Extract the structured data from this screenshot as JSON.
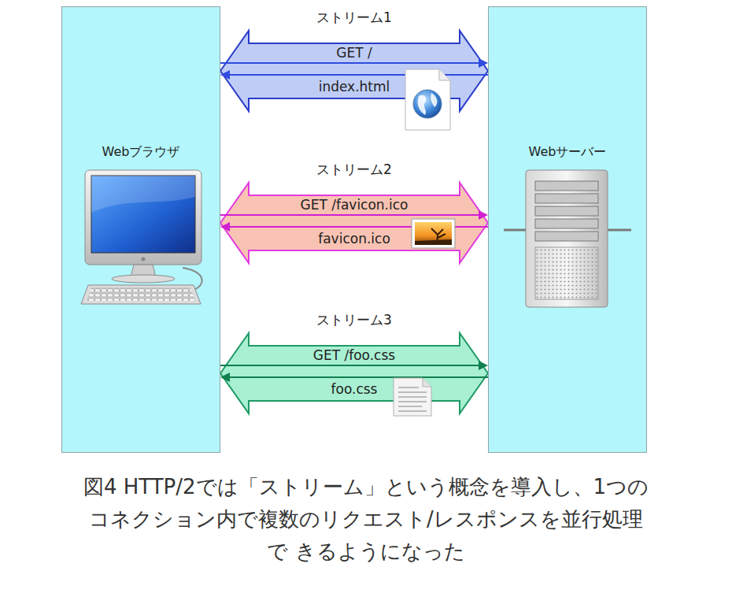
{
  "diagram": {
    "caption": "図4 HTTP/2では「ストリーム」という概念を導入し、1つの コネクション内で複数のリクエスト/レスポンスを並行処理で きるようになった",
    "nodes": [
      {
        "text": [
          "Webブラウザ"
        ]
      },
      {
        "text": [
          "Webサーバー"
        ]
      }
    ],
    "edges": [
      {
        "from": 0,
        "to": 1,
        "arrow": "both",
        "label": "ストリーム1"
      },
      {
        "from": 0,
        "to": 1,
        "arrow": "to",
        "label": "GET /"
      },
      {
        "from": 1,
        "to": 0,
        "arrow": "to",
        "label": "index.html"
      },
      {
        "from": 0,
        "to": 1,
        "arrow": "both",
        "label": "ストリーム2"
      },
      {
        "from": 0,
        "to": 1,
        "arrow": "to",
        "label": "GET /favicon.ico"
      },
      {
        "from": 1,
        "to": 0,
        "arrow": "to",
        "label": "favicon.ico"
      },
      {
        "from": 0,
        "to": 1,
        "arrow": "both",
        "label": "ストリーム3"
      },
      {
        "from": 0,
        "to": 1,
        "arrow": "to",
        "label": "GET /foo.css"
      },
      {
        "from": 1,
        "to": 0,
        "arrow": "to",
        "label": "foo.css"
      }
    ]
  }
}
